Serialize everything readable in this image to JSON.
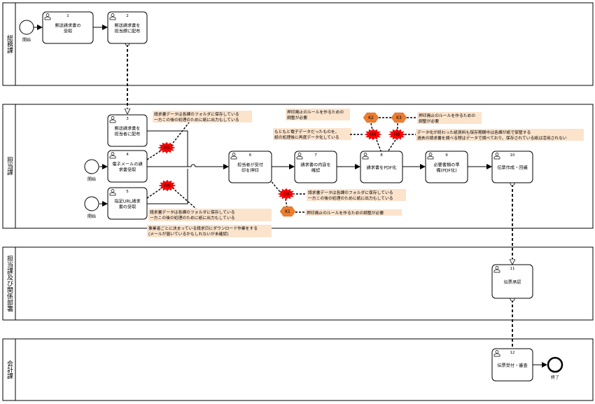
{
  "lanes": [
    {
      "id": "l1",
      "label": "総務課"
    },
    {
      "id": "l2",
      "label": "担当課"
    },
    {
      "id": "l3",
      "label": "担当課及び関係部署"
    },
    {
      "id": "l4",
      "label": "会計課"
    }
  ],
  "events": [
    {
      "id": "s1",
      "label": "開始",
      "kind": "start"
    },
    {
      "id": "s2",
      "label": "開始",
      "kind": "start"
    },
    {
      "id": "s3",
      "label": "開始",
      "kind": "start"
    },
    {
      "id": "e1",
      "label": "終了",
      "kind": "end"
    }
  ],
  "tasks": [
    {
      "id": "t1",
      "num": "1",
      "lines": [
        "郵送請求書の",
        "受取"
      ]
    },
    {
      "id": "t2",
      "num": "2",
      "lines": [
        "郵送請求書を",
        "担当課に配布"
      ]
    },
    {
      "id": "t3",
      "num": "3",
      "lines": [
        "郵送請求書を",
        "担当者に配布"
      ]
    },
    {
      "id": "t4",
      "num": "4",
      "lines": [
        "電子メールの請",
        "求書受取"
      ]
    },
    {
      "id": "t5",
      "num": "5",
      "lines": [
        "指定URL請求",
        "書の受取"
      ]
    },
    {
      "id": "t6",
      "num": "6",
      "lines": [
        "担当者が受付",
        "印を押印"
      ]
    },
    {
      "id": "t7",
      "num": "7",
      "lines": [
        "請求書の内容を",
        "確認"
      ]
    },
    {
      "id": "t8",
      "num": "8",
      "lines": [
        "請求書をPDF化"
      ]
    },
    {
      "id": "t9",
      "num": "9",
      "lines": [
        "必要書類の準",
        "備(PDF化)"
      ]
    },
    {
      "id": "t10",
      "num": "10",
      "lines": [
        "伝票作成・回議"
      ]
    },
    {
      "id": "t11",
      "num": "11",
      "lines": [
        "伝票承認"
      ]
    },
    {
      "id": "t12",
      "num": "12",
      "lines": [
        "伝票受付・審査"
      ]
    }
  ],
  "badges": [
    {
      "id": "h5",
      "label": "H5",
      "kind": "red"
    },
    {
      "id": "h6",
      "label": "H6",
      "kind": "red"
    },
    {
      "id": "h3",
      "label": "H3",
      "kind": "red"
    },
    {
      "id": "h4",
      "label": "H4",
      "kind": "red"
    },
    {
      "id": "h8",
      "label": "H8",
      "kind": "red"
    },
    {
      "id": "k1",
      "label": "K1",
      "kind": "orange"
    },
    {
      "id": "k2",
      "label": "K2",
      "kind": "orange"
    },
    {
      "id": "k3",
      "label": "K3",
      "kind": "orange"
    }
  ],
  "notes": [
    {
      "id": "n_k2",
      "lines": [
        "押印廃止のルールを作るための",
        "調整が必要"
      ]
    },
    {
      "id": "n_k3",
      "lines": [
        "押印廃止のルールを作るための",
        "調整が必要"
      ]
    },
    {
      "id": "n_h4",
      "lines": [
        "もともと電子データだったものを、",
        "紙の処理後に再度データ化している"
      ]
    },
    {
      "id": "n_h8",
      "lines": [
        "データ化が終わった紙資料も保存期間中は各課が紙で保管する",
        "過去の請求書を調べる際はデータで調べており、保存されている紙は活用されない"
      ]
    },
    {
      "id": "n_h5",
      "lines": [
        "請求書データは各課のフォルダに保存している",
        "一方この後の処理のために紙に出力もしている"
      ]
    },
    {
      "id": "n_h3",
      "lines": [
        "請求書データは各課のフォルダに保存している",
        "一方この後の処理のために紙に出力もしている"
      ]
    },
    {
      "id": "n_k1",
      "lines": [
        "押印廃止のルールを作るための調整が必要"
      ]
    },
    {
      "id": "n_h6",
      "lines": [
        "請求書データは各課のフォルダに保存している",
        "一方この後の処理のために紙に出力もしている"
      ]
    },
    {
      "id": "n_h6b",
      "lines": [
        "事業者ごとに決まっている請求日にダウンロード作業をする",
        "(メールが届いているかもしれないが未確認)"
      ]
    }
  ]
}
